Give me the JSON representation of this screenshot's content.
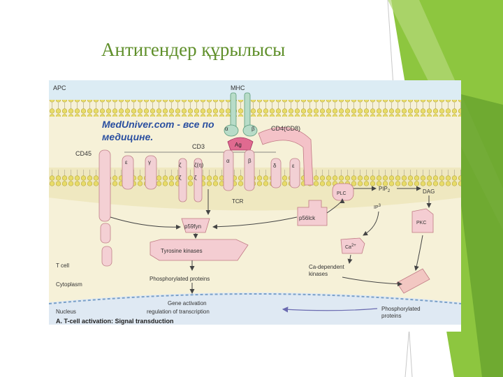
{
  "slide": {
    "title": "Антигендер құрылысы",
    "accent_colors": [
      "#8dc63f",
      "#6aa52f",
      "#b5d97a"
    ]
  },
  "diagram": {
    "watermark_line1": "MedUniver.com - все по",
    "watermark_line2": "медицине.",
    "labels": {
      "apc": "APC",
      "mhc": "MHC",
      "alpha_mhc": "α",
      "beta_mhc": "β",
      "cd4": "CD4(CD8)",
      "ag": "Ag",
      "cd3": "CD3",
      "cd45": "CD45",
      "epsilon1": "ε",
      "gamma": "γ",
      "zeta1": "ζ",
      "zeta_eta": "ζ(η)",
      "zeta2": "ζ",
      "zeta3": "ζ",
      "alpha_tcr": "α",
      "beta_tcr": "β",
      "delta": "δ",
      "epsilon2": "ε",
      "tcr": "TCR",
      "p59fyn": "p59fyn",
      "p56lck": "p56lck",
      "plc": "PLC",
      "pip2": "PIP",
      "pip2_sub": "2",
      "dag": "DAG",
      "ip3": "IP",
      "ip3_sub": "3",
      "pkc": "PKC",
      "ca2": "Ca",
      "ca2_sup": "2+",
      "tyrosine": "Tyrosine kinases",
      "ca_dep_1": "Ca-dependent",
      "ca_dep_2": "kinases",
      "tcell": "T cell",
      "cytoplasm": "Cytoplasm",
      "phos1": "Phosphorylated proteins",
      "nucleus": "Nucleus",
      "gene1": "Gene activation",
      "gene2": "regulation of transcription",
      "phos2_1": "Phosphorylated",
      "phos2_2": "proteins",
      "caption": "A. T-cell activation: Signal transduction"
    }
  }
}
